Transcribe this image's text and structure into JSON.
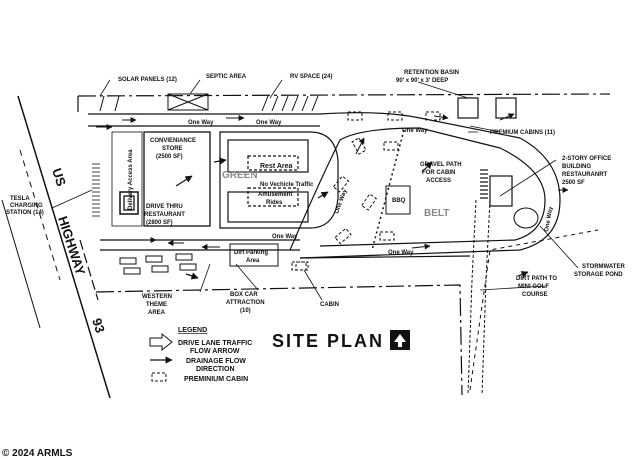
{
  "labels": {
    "solar_panels": "SOLAR   PANELS (12)",
    "septic_area": "SEPTIC  AREA",
    "rv_space": "RV SPACE (24)",
    "retention_basin_1": "RETENTION BASIN",
    "retention_basin_2": "90' x 90' x 3' DEEP",
    "premium_cabins": "PREMIUM CABINS (11)",
    "office_1": "2-STORY OFFICE",
    "office_2": "BUILDING",
    "office_3": "RESTAURANRT",
    "office_4": "2500 SF",
    "store_1": "CONVIENIANCE",
    "store_2": "STORE",
    "store_3": "(2500 SF)",
    "delivery_access": "Delivery Access Area",
    "drive_thru_1": "DRIVE THRU",
    "drive_thru_2": "RESTAURANT",
    "drive_thru_3": "(2800 SF)",
    "tesla_1": "TESLA",
    "tesla_2": "CHARGING",
    "tesla_3": "STATION (14)",
    "rest_area": "Rest Area",
    "green": "GREEN",
    "no_vehicle_traffic": "No Vechicle Traffic",
    "amusement_1": "Amusement",
    "amusement_2": "Rides",
    "gravel_1": "GRAVEL PATH",
    "gravel_2": "FOR CABIN",
    "gravel_3": "ACCESS",
    "bbq": "BBQ",
    "belt": "BELT",
    "dirt_parking_1": "Dirt Parking",
    "dirt_parking_2": "Area",
    "western_1": "WESTERN",
    "western_2": "THEME",
    "western_3": "AREA",
    "boxcar_1": "BOX CAR",
    "boxcar_2": "ATTRACTION",
    "boxcar_3": "(10)",
    "cabin": "CABIN",
    "dirt_path_1": "DIRT PATH TO",
    "dirt_path_2": "MINI GOLF",
    "dirt_path_3": "COURSE",
    "stormwater_1": "STORMWATER",
    "stormwater_2": "STORAGE POND",
    "one_way": "One Way",
    "highway_us": "US",
    "highway_name": "HIGHWAY",
    "highway_num": "93"
  },
  "legend": {
    "title": "LEGEND",
    "drive_lane_1": "DRIVE LANE TRAFFIC",
    "drive_lane_2": "FLOW ARROW",
    "drainage_1": "DRAINAGE FLOW",
    "drainage_2": "DIRECTION",
    "premium_cabin": "PREMINIUM CABIN"
  },
  "title": "SITE  PLAN",
  "copyright": "© 2024 ARMLS"
}
